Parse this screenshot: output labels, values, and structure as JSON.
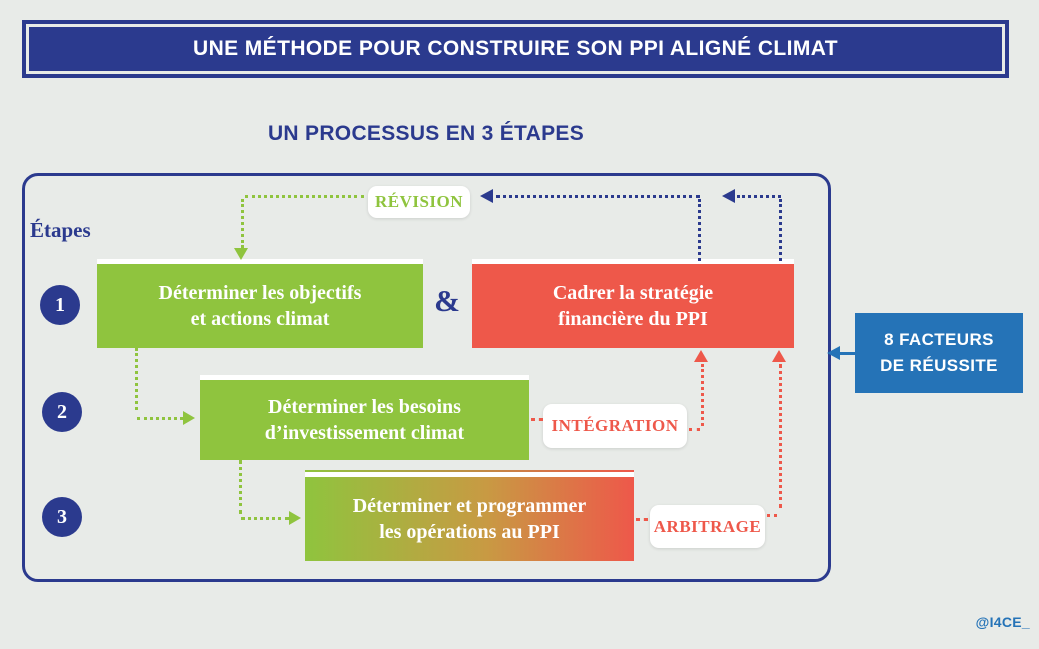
{
  "banner": {
    "title": "UNE MÉTHODE POUR CONSTRUIRE SON PPI ALIGNÉ CLIMAT"
  },
  "heading": "UN PROCESSUS EN 3 ÉTAPES",
  "diagram": {
    "stages_label": "Étapes",
    "steps": [
      {
        "number": "1",
        "lines": [
          "Déterminer les objectifs",
          "et actions climat"
        ]
      },
      {
        "number": "2",
        "lines": [
          "Déterminer les besoins",
          "d’investissement climat"
        ]
      },
      {
        "number": "3",
        "lines": [
          "Déterminer et programmer",
          "les opérations au PPI"
        ]
      }
    ],
    "ampersand": "&",
    "parallel_box": {
      "lines": [
        "Cadrer la stratégie",
        "financière du PPI"
      ]
    },
    "labels": {
      "revision": "RÉVISION",
      "integration": "INTÉGRATION",
      "arbitrage": "ARBITRAGE"
    }
  },
  "side_box": {
    "lines": [
      "8 FACTEURS",
      "DE RÉUSSITE"
    ]
  },
  "credit": "@I4CE_",
  "icons": {
    "flow_arrows": [
      "dotted-down-arrow",
      "dotted-right-arrow",
      "dotted-left-arrow",
      "dotted-up-arrow"
    ],
    "side_arrow": "solid-left-arrow"
  },
  "colors": {
    "navy": "#2b3a8e",
    "green": "#8fc43e",
    "red": "#ee584a",
    "blue": "#2573b7",
    "background": "#e8ebe8",
    "text_on_boxes": "#ffffff"
  }
}
